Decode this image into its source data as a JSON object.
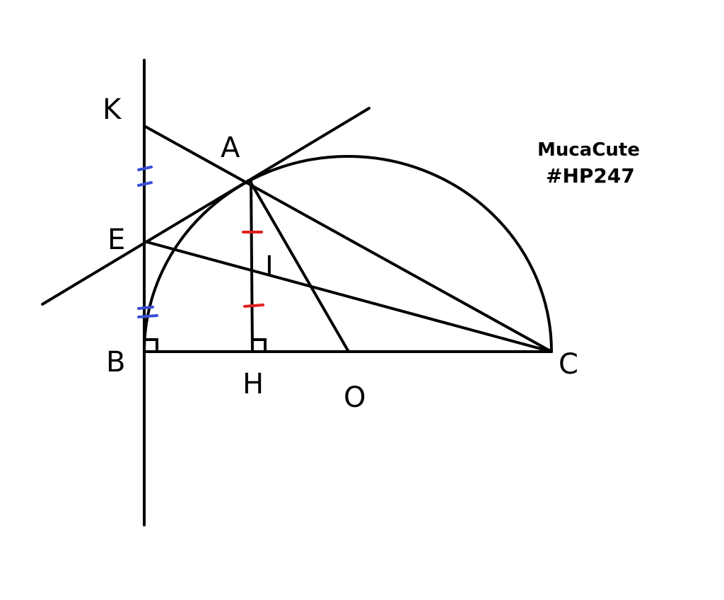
{
  "labels": {
    "K": "K",
    "A": "A",
    "E": "E",
    "I": "I",
    "B": "B",
    "H": "H",
    "O": "O",
    "C": "C"
  },
  "signature": {
    "line1": "MucaCute",
    "line2": "#HP247"
  },
  "colors": {
    "ink": "#000000",
    "equal_marks_blue": "#3a4fd6",
    "equal_marks_red": "#e02020"
  }
}
